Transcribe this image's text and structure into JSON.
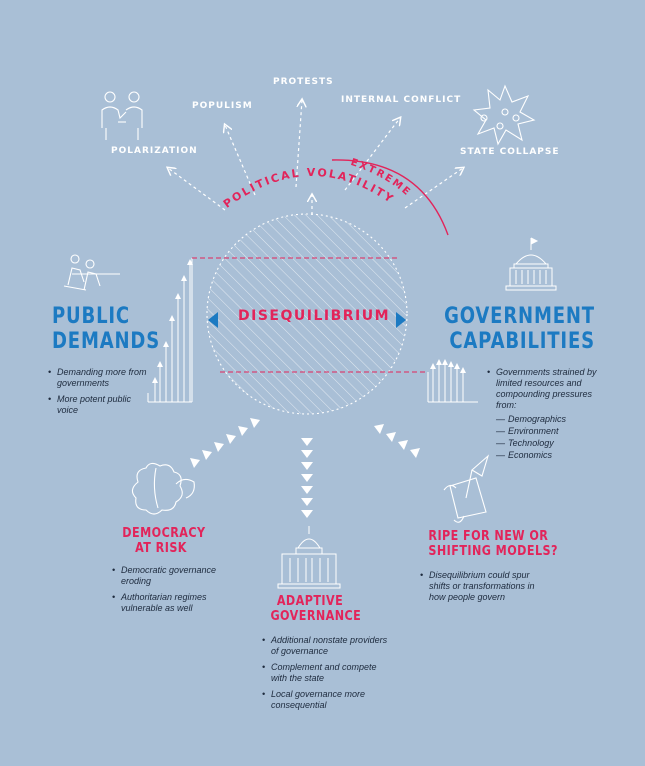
{
  "outcomes": {
    "polarization": "POLARIZATION",
    "populism": "POPULISM",
    "protests": "PROTESTS",
    "internal_conflict": "INTERNAL CONFLICT",
    "state_collapse": "STATE COLLAPSE"
  },
  "arc": {
    "political_volatility": "POLITICAL VOLATILITY",
    "extreme": "EXTREME"
  },
  "center": {
    "title": "DISEQUILIBRIUM"
  },
  "public_demands": {
    "title_line1": "PUBLIC",
    "title_line2": "DEMANDS",
    "bullets": [
      "Demanding more from governments",
      "More potent public voice"
    ]
  },
  "government_capabilities": {
    "title_line1": "GOVERNMENT",
    "title_line2": "CAPABILITIES",
    "intro": "Governments strained by limited resources and compounding pressures from:",
    "pressures": [
      "Demographics",
      "Environment",
      "Technology",
      "Economics"
    ]
  },
  "democracy_at_risk": {
    "title_line1": "DEMOCRACY",
    "title_line2": "AT RISK",
    "bullets": [
      "Democratic governance eroding",
      "Authoritarian regimes vulnerable as well"
    ]
  },
  "adaptive_governance": {
    "title_line1": "ADAPTIVE",
    "title_line2": "GOVERNANCE",
    "bullets": [
      "Additional nonstate providers of governance",
      "Complement and compete with the state",
      "Local governance more consequential"
    ]
  },
  "ripe_for_new": {
    "title_line1": "RIPE FOR NEW OR",
    "title_line2": "SHIFTING MODELS?",
    "bullets": [
      "Disequilibrium could spur shifts or transformations in how people govern"
    ]
  },
  "colors": {
    "background": "#a9bfd6",
    "accent_red": "#e2245a",
    "accent_blue": "#1c7ac2",
    "line_white": "#ffffff",
    "text_dark": "#1d2a3d"
  },
  "icons": {
    "polarization": "two-people-arguing-icon",
    "state_collapse": "explosion-crowd-icon",
    "public_demands": "tug-of-war-icon",
    "government": "capitol-dome-icon",
    "democracy": "brain-icon",
    "adaptive": "capitol-building-icon",
    "ripe": "scroll-quill-icon"
  }
}
